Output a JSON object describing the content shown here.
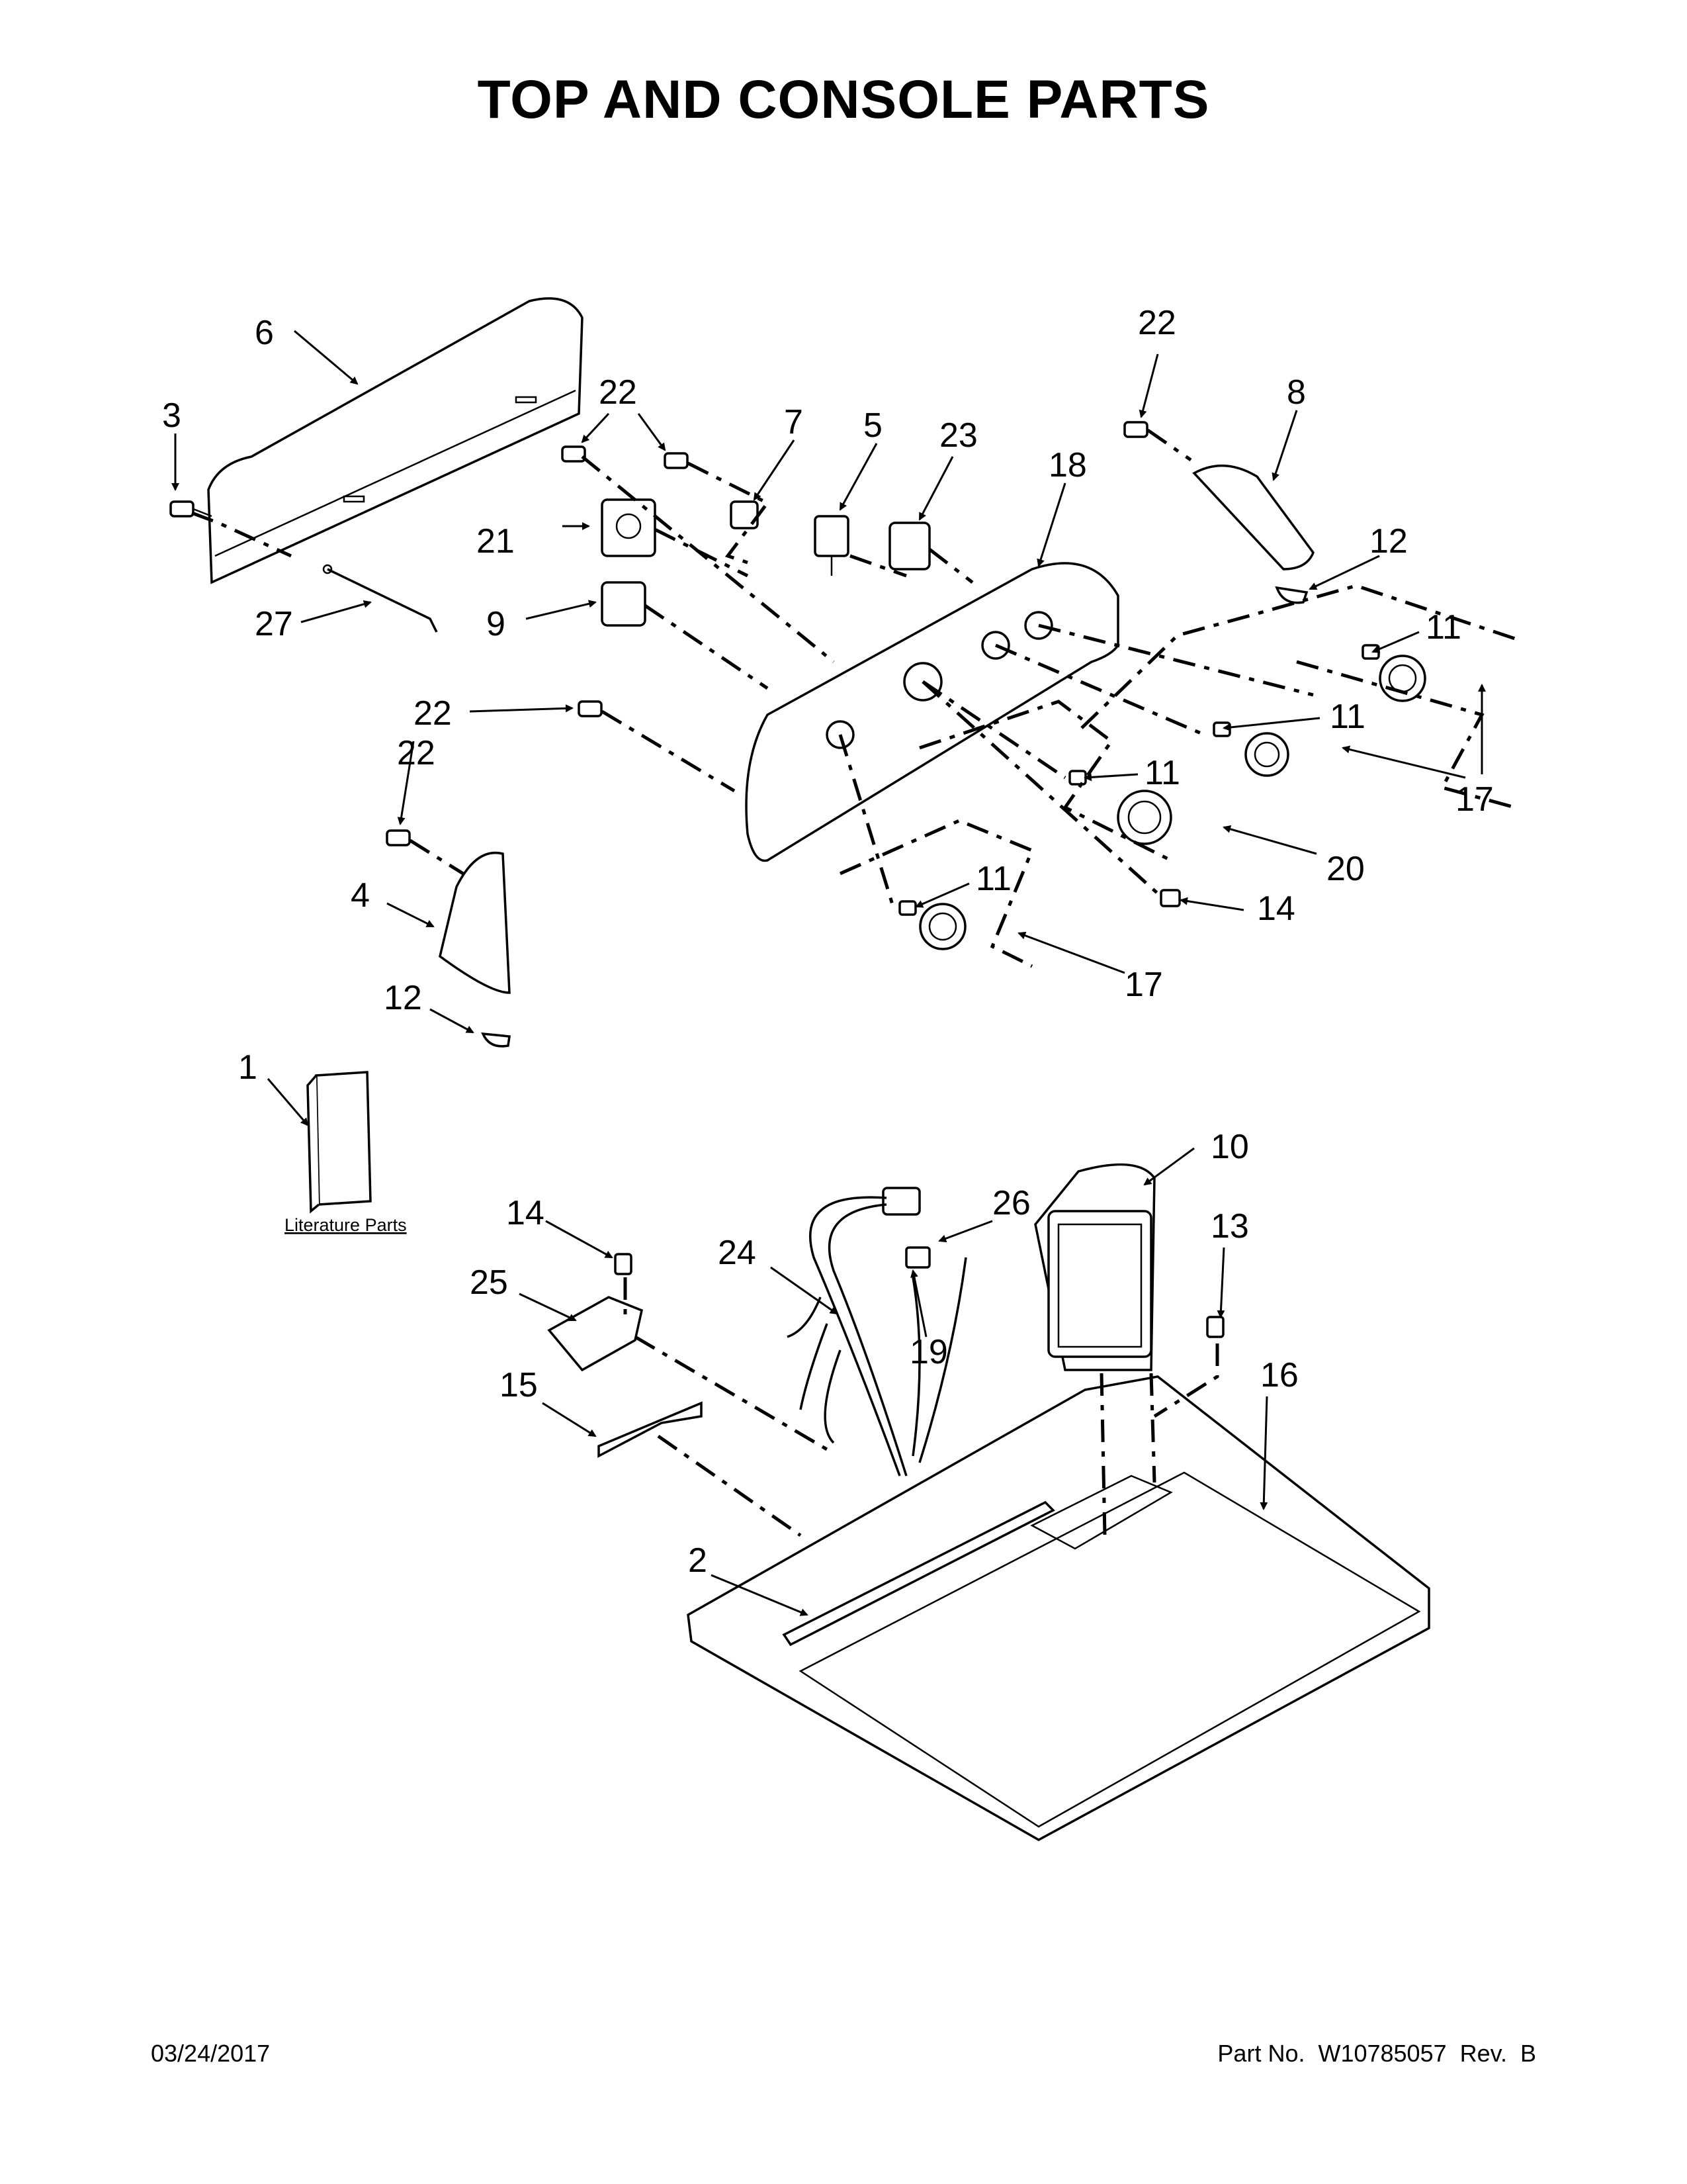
{
  "title": "TOP AND CONSOLE PARTS",
  "literature_label": "Literature Parts",
  "footer": {
    "date": "03/24/2017",
    "part_number": "Part No.  W10785057  Rev.  B"
  },
  "callouts": [
    "1",
    "2",
    "3",
    "4",
    "5",
    "6",
    "7",
    "8",
    "9",
    "10",
    "11",
    "11",
    "11",
    "11",
    "12",
    "12",
    "13",
    "14",
    "14",
    "15",
    "16",
    "17",
    "17",
    "18",
    "19",
    "20",
    "21",
    "22",
    "22",
    "22",
    "22",
    "23",
    "24",
    "25",
    "26",
    "27"
  ]
}
